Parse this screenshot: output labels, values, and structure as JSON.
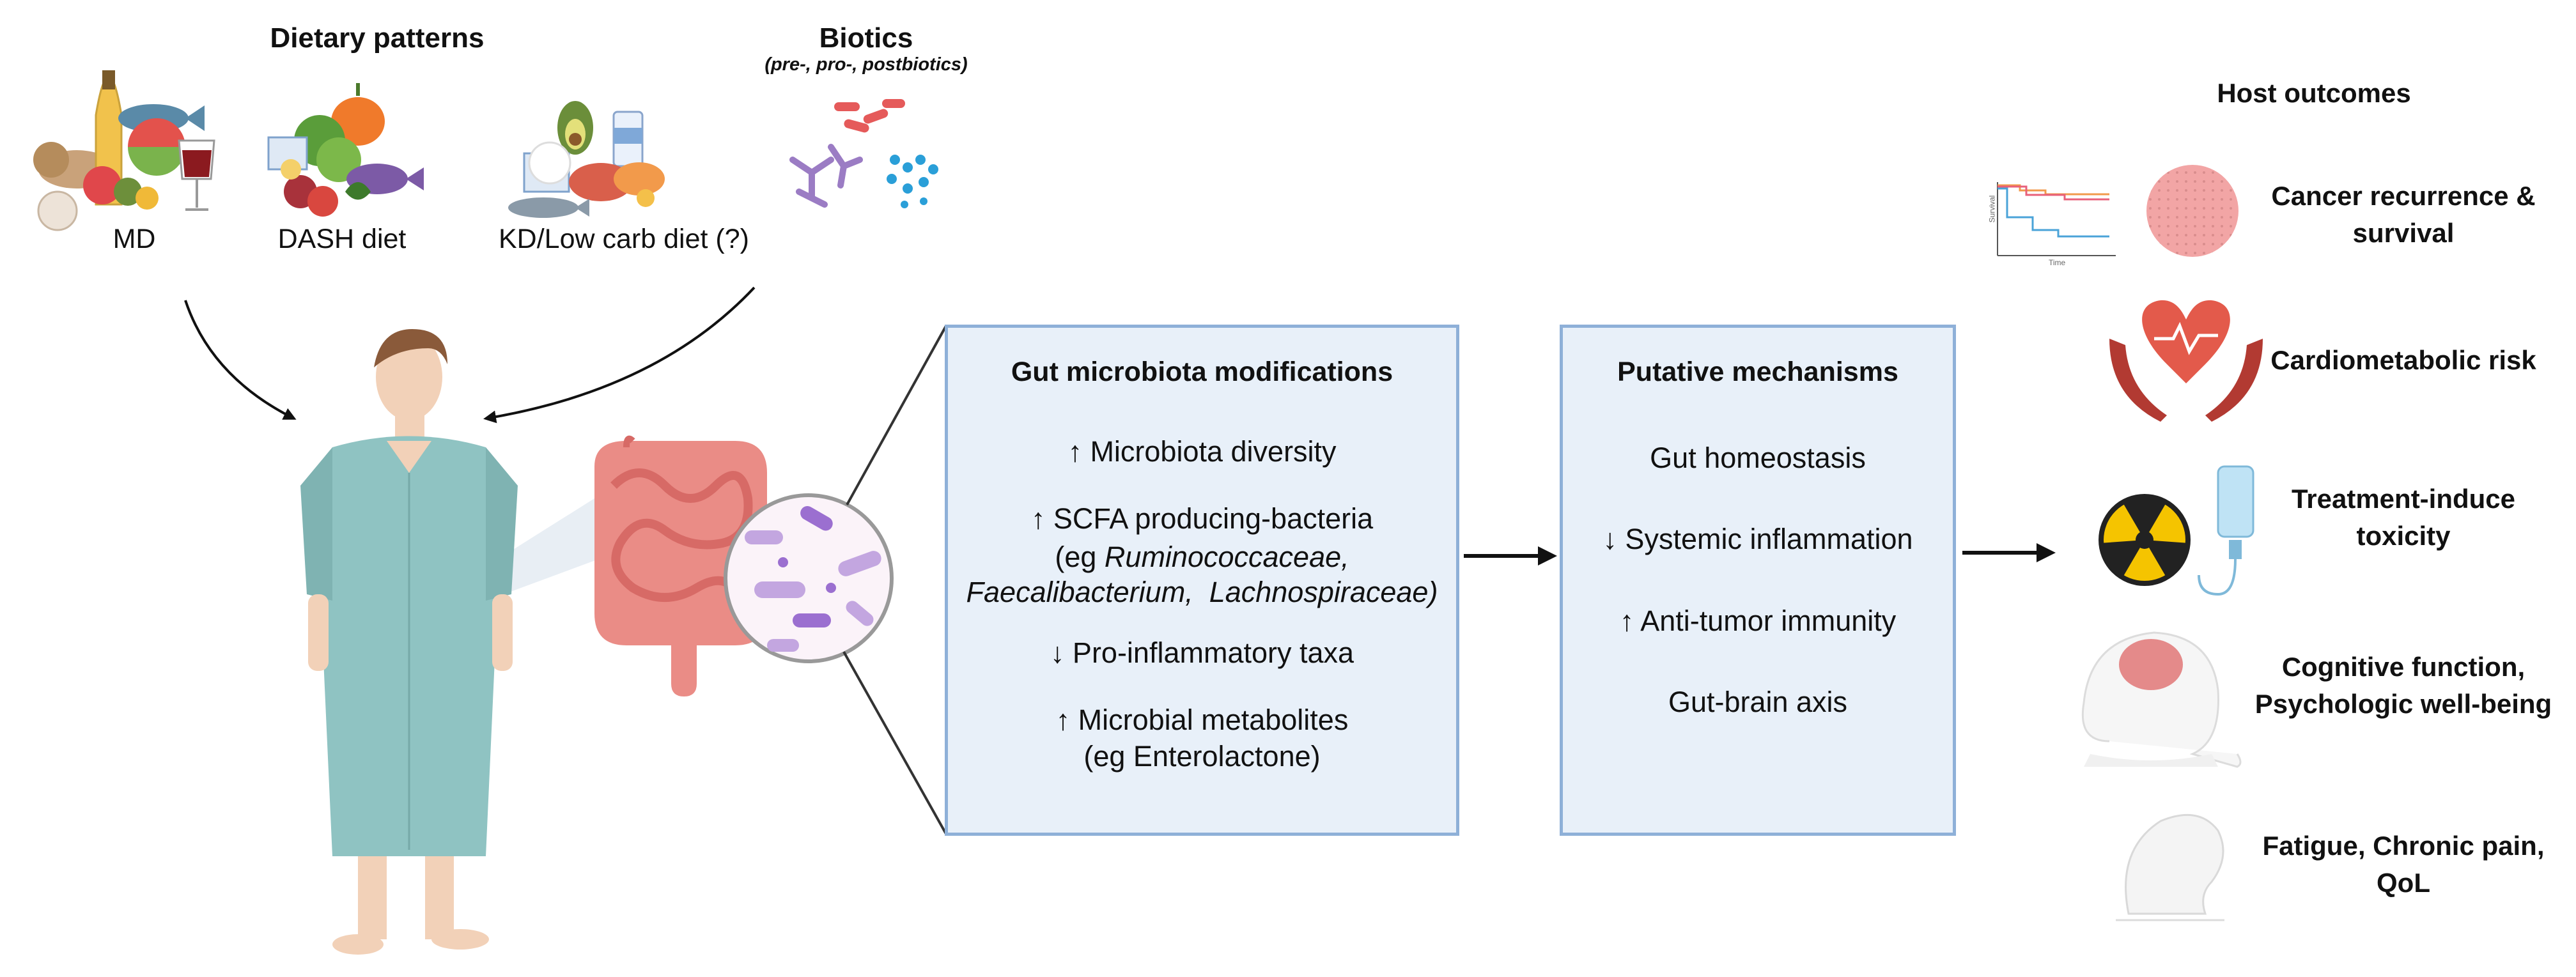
{
  "dietary": {
    "header": "Dietary patterns",
    "items": [
      {
        "label": "MD"
      },
      {
        "label": "DASH diet"
      },
      {
        "label": "KD/Low carb diet (?)"
      }
    ]
  },
  "biotics": {
    "header": "Biotics",
    "subheader": "(pre-, pro-, postbiotics)"
  },
  "gut_box": {
    "title": "Gut microbiota modifications",
    "line1": "↑  Microbiota diversity",
    "line2": "↑  SCFA producing-bacteria",
    "line3_prefix": "(eg ",
    "line3_taxa": "Ruminococcaceae,",
    "line4_taxa_a": "Faecalibacterium,",
    "line4_taxa_b": "Lachnospiraceae)",
    "line5": "↓  Pro-inflammatory taxa",
    "line6": "↑  Microbial metabolites",
    "line7": "(eg Enterolactone)"
  },
  "mech_box": {
    "title": "Putative mechanisms",
    "items": [
      "Gut homeostasis",
      "↓  Systemic inflammation",
      "↑  Anti-tumor immunity",
      "Gut-brain axis"
    ]
  },
  "outcomes": {
    "header": "Host outcomes",
    "items": [
      {
        "line1": "Cancer recurrence &",
        "line2": "survival",
        "icon": "survival-curve-tumor-icon"
      },
      {
        "line1": "Cardiometabolic risk",
        "line2": "",
        "icon": "heart-hands-icon"
      },
      {
        "line1": "Treatment-induce",
        "line2": "toxicity",
        "icon": "radiation-iv-drip-icon"
      },
      {
        "line1": "Cognitive function,",
        "line2": "Psychologic well-being",
        "icon": "head-brain-icon"
      },
      {
        "line1": "Fatigue, Chronic pain,",
        "line2": "QoL",
        "icon": "head-profile-icon"
      }
    ]
  },
  "mini_chart": {
    "ylabel": "Survival",
    "xlabel": "Time"
  },
  "colors": {
    "box_fill": "#e8f0f9",
    "box_border": "#8eb0d8",
    "gown": "#8fc3c2",
    "skin": "#f2d1b8",
    "intestine": "#ea8c86",
    "arrow": "#111111"
  }
}
